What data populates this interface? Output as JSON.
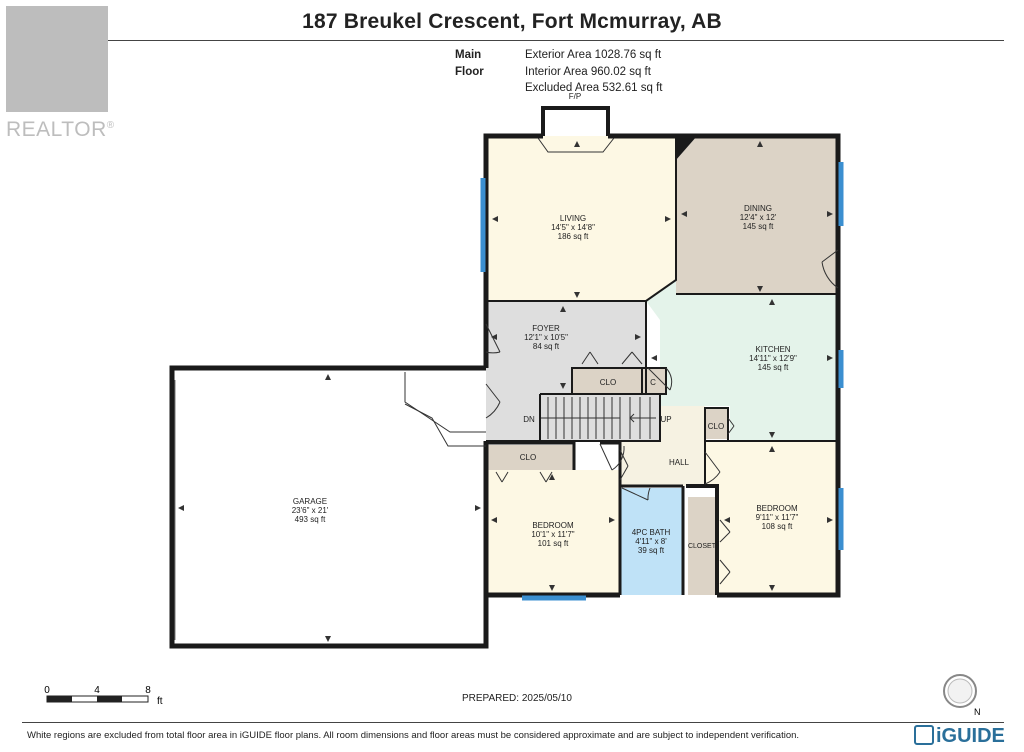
{
  "title": "187 Breukel Crescent, Fort Mcmurray, AB",
  "floor": "Main Floor",
  "areas": {
    "exterior": "Exterior Area 1028.76 sq ft",
    "interior": "Interior Area 960.02 sq ft",
    "excluded": "Excluded Area 532.61 sq ft"
  },
  "logo": {
    "text": "REALTOR",
    "mark": "®"
  },
  "rooms": {
    "living": {
      "name": "LIVING",
      "dims": "14'5\" x 14'8\"",
      "area": "186 sq ft"
    },
    "dining": {
      "name": "DINING",
      "dims": "12'4\" x 12'",
      "area": "145 sq ft"
    },
    "foyer": {
      "name": "FOYER",
      "dims": "12'1\" x 10'5\"",
      "area": "84 sq ft"
    },
    "kitchen": {
      "name": "KITCHEN",
      "dims": "14'11\" x 12'9\"",
      "area": "145 sq ft"
    },
    "garage": {
      "name": "GARAGE",
      "dims": "23'6\" x 21'",
      "area": "493 sq ft"
    },
    "bedroom1": {
      "name": "BEDROOM",
      "dims": "10'1\" x 11'7\"",
      "area": "101 sq ft"
    },
    "bath": {
      "name": "4PC BATH",
      "dims": "4'11\" x 8'",
      "area": "39 sq ft"
    },
    "bedroom2": {
      "name": "BEDROOM",
      "dims": "9'11\" x 11'7\"",
      "area": "108 sq ft"
    }
  },
  "labels": {
    "fp": "F/P",
    "clo": "CLO",
    "c": "C",
    "dn": "DN",
    "up": "UP",
    "hall": "HALL",
    "closet": "CLOSET"
  },
  "scale": {
    "t0": "0",
    "t4": "4",
    "t8": "8",
    "unit": "ft"
  },
  "prepared": "PREPARED: 2025/05/10",
  "compass_label": "N",
  "footer": "White regions are excluded from total floor area in iGUIDE floor plans. All room dimensions and floor areas must be considered approximate and are subject to independent verification.",
  "brand": "iGUIDE",
  "colors": {
    "living": "#fdf8e4",
    "dining": "#dcd3c6",
    "kitchen": "#e4f3ea",
    "foyer": "#dedede",
    "hall": "#f6f2e2",
    "bedroom": "#fdf8e4",
    "bath": "#bfe2f7",
    "closet": "#dcd3c6",
    "window": "#3b8fd0",
    "wall": "#1a1a1a"
  }
}
